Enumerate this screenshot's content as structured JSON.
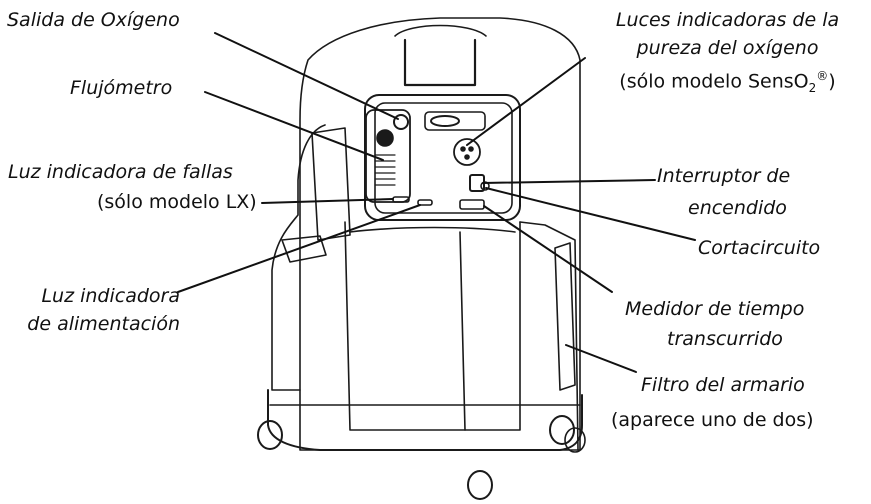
{
  "labels": {
    "oxygen_outlet": "Salida de Oxígeno",
    "flowmeter": "Flujómetro",
    "fault_light": "Luz indicadora de fallas",
    "fault_light_note": "(sólo modelo LX)",
    "power_light_1": "Luz indicadora",
    "power_light_2": "de alimentación",
    "purity_lights_1": "Luces indicadoras de la",
    "purity_lights_2": "pureza del oxígeno",
    "purity_note_pre": "(sólo modelo SensO",
    "purity_note_sub": "2",
    "purity_note_sup": "®",
    "purity_note_post": ")",
    "power_switch_1": "Interruptor de",
    "power_switch_2": "encendido",
    "circuit_breaker": "Cortacircuito",
    "hour_meter_1": "Medidor de tiempo",
    "hour_meter_2": "transcurrido",
    "cabinet_filter": "Filtro del armario",
    "cabinet_filter_note": "(aparece uno de dos)"
  },
  "colors": {
    "ink": "#111111",
    "line": "#1a1a1a",
    "background": "#ffffff"
  }
}
